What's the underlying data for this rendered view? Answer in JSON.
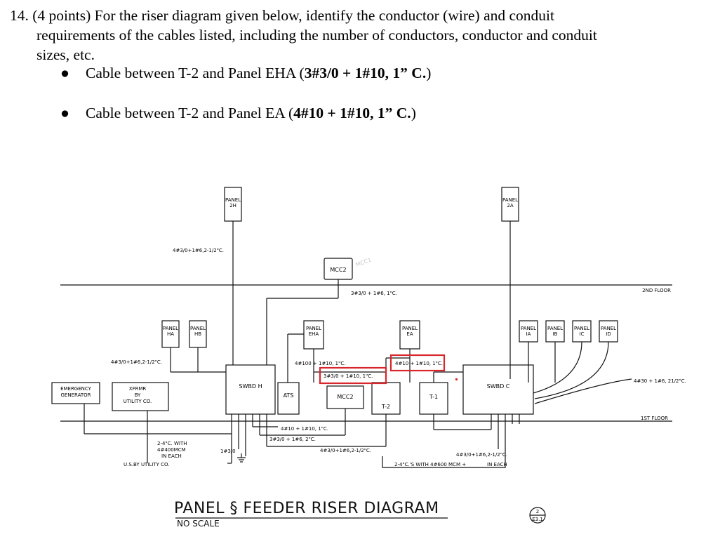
{
  "question": {
    "line1": "14. (4 points) For the riser diagram given below, identify the conductor (wire) and conduit",
    "line2": "requirements of the cables listed, including the number of conductors, conductor and conduit",
    "line3": "sizes, etc.",
    "bullets": [
      {
        "prefix": "Cable between T-2 and Panel EHA (",
        "bold": "3#3/0 + 1#10, 1” C.",
        "suffix": ")"
      },
      {
        "prefix": "Cable between T-2 and Panel EA (",
        "bold": "4#10 + 1#10, 1” C.",
        "suffix": ")"
      }
    ]
  },
  "diagram": {
    "title": "PANEL § FEEDER RISER DIAGRAM",
    "subtitle": "NO SCALE",
    "sheet_top": "2",
    "sheet_bottom": "E3.1",
    "floors": {
      "second": "2ND FLOOR",
      "first": "1ST FLOOR"
    },
    "panels": {
      "p2h": [
        "PANEL",
        "2H"
      ],
      "p2a": [
        "PANEL",
        "2A"
      ],
      "ha": [
        "PANEL",
        "HA"
      ],
      "hb": [
        "PANEL",
        "HB"
      ],
      "eha": [
        "PANEL",
        "EHA"
      ],
      "ea": [
        "PANEL",
        "EA"
      ],
      "ia": [
        "PANEL",
        "IA"
      ],
      "ib": [
        "PANEL",
        "IB"
      ],
      "ic": [
        "PANEL",
        "IC"
      ],
      "id": [
        "PANEL",
        "ID"
      ]
    },
    "equipment": {
      "mcc2_top": "MCC2",
      "mcc2_top_hand": "MCC1",
      "mcc2_bottom": "MCC2",
      "swbd_h": "SWBD H",
      "swbd_c": "SWBD C",
      "ats": "ATS",
      "t1": "T-1",
      "t2": "T-2",
      "emergency": [
        "EMERGENCY",
        "GENERATOR"
      ],
      "xfrmr": [
        "XFRMR",
        "BY",
        "UTILITY CO."
      ]
    },
    "labels": {
      "feed_2h": "4#3/0+1#6,2-1/2\"C.",
      "feed_hahb": "4#3/0+1#6,2-1/2\"C.",
      "feed_mcc_top": "3#3/0 + 1#6, 1\"C.",
      "feed_4100": "4#100 + 1#10, 1\"C.",
      "feed_eha_box": "3#3/0 + 1#10, 1\"C.",
      "feed_ea_box": "4#10 + 1#10, 1\"C.",
      "feed_right": "4#30 + 1#6, 21/2\"C.",
      "feed_ats_410": "4#10 + 1#10, 1\"C.",
      "feed_ats_330": "3#3/0 + 1#6, 2\"C.",
      "feed_ats_430": "4#3/0+1#6,2-1/2\"C.",
      "feed_swbdc_430": "4#3/0+1#6,2-1/2\"C.",
      "feed_swbdc_bottom": "2-4\"C.'S WITH 4#600 MCM +",
      "feed_swbdc_each": "IN EACH",
      "xfrmr_feed": [
        "2-4\"C. WITH",
        "4#400MCM",
        "IN EACH"
      ],
      "usby": "U.S.BY UTILITY CO.",
      "ground": "1#3/0"
    }
  }
}
